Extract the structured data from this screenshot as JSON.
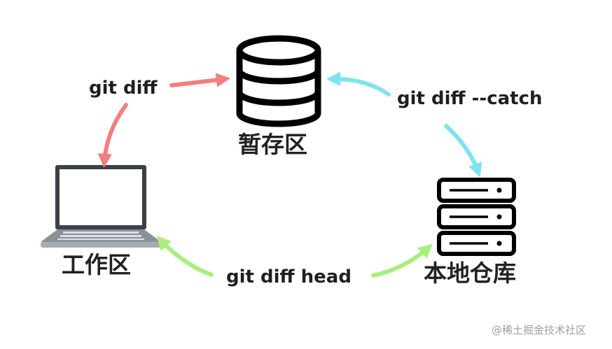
{
  "nodes": {
    "staging": {
      "label": "暂存区",
      "icon": "database-icon"
    },
    "workspace": {
      "label": "工作区",
      "icon": "laptop-icon"
    },
    "repo": {
      "label": "本地仓库",
      "icon": "server-icon"
    }
  },
  "edges": {
    "workspace_staging": {
      "label": "git diff",
      "color": "#f08080",
      "icon": "arrow-icon"
    },
    "staging_repo": {
      "label": "git diff --catch",
      "color": "#7ee3ee",
      "icon": "arrow-icon"
    },
    "repo_workspace": {
      "label": "git diff head",
      "color": "#a8ee7c",
      "icon": "arrow-icon"
    }
  },
  "watermark": "@稀土掘金技术社区"
}
